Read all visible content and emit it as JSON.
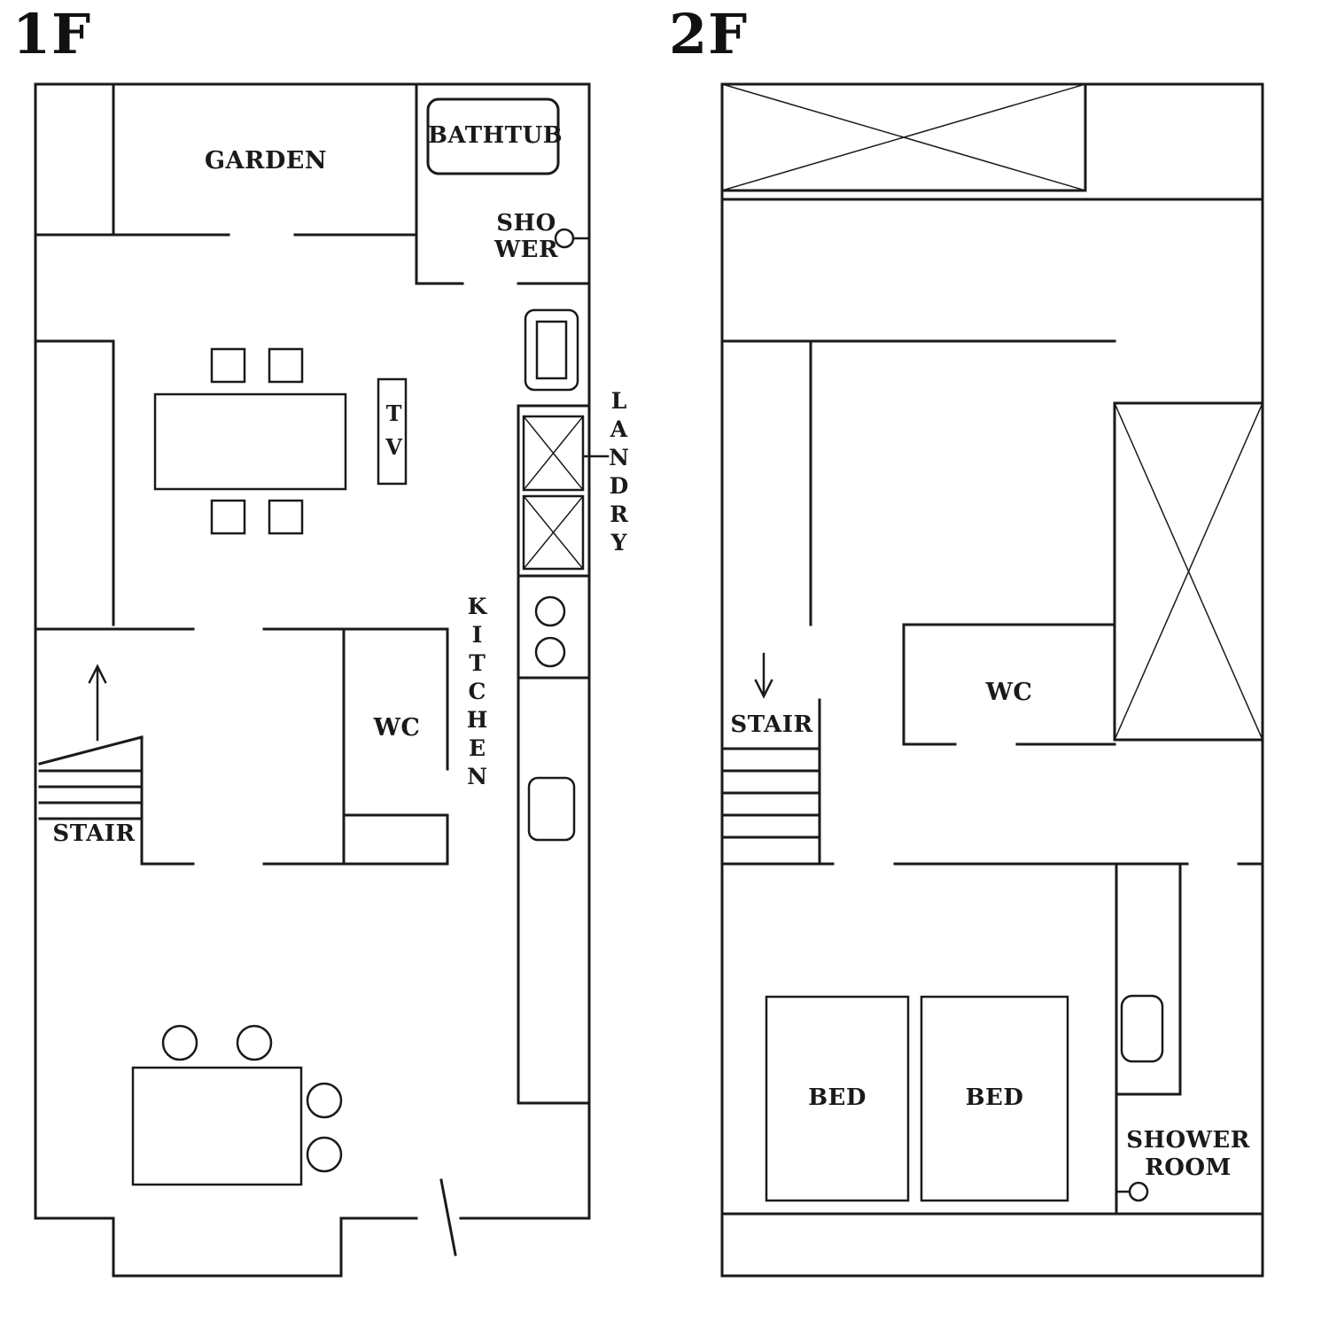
{
  "page": {
    "background": "#ffffff",
    "line_color": "#1a1a1a"
  },
  "floor1": {
    "title": "1F",
    "labels": {
      "garden": "GARDEN",
      "bathtub": "BATHTUB",
      "shower": "SHO WER",
      "landry": "LANDRY",
      "kitchen": "KITCHEN",
      "tv": "TV",
      "wc": "WC",
      "stair": "STAIR"
    }
  },
  "floor2": {
    "title": "2F",
    "labels": {
      "stair": "STAIR",
      "wc": "WC",
      "bed_left": "BED",
      "bed_right": "BED",
      "shower_room": "SHOWER ROOM"
    }
  }
}
